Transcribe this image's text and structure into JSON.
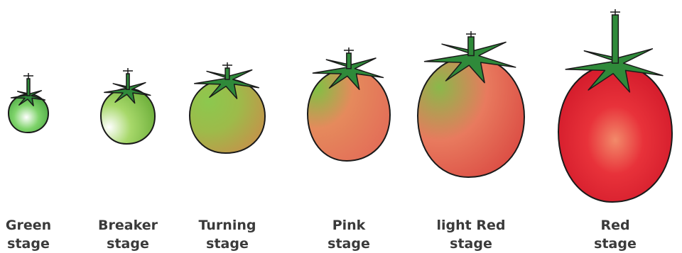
{
  "stages": [
    {
      "name": "Green",
      "suffix": "stage",
      "colors": {
        "highlight": "#ffffff",
        "mid": "#7ed36a",
        "edge": "#3f9c3a"
      }
    },
    {
      "name": "Breaker",
      "suffix": "stage",
      "colors": {
        "highlight": "#ffffff",
        "mid": "#a7d86a",
        "edge": "#6fb03c"
      }
    },
    {
      "name": "Turning",
      "suffix": "stage",
      "colors": {
        "highlight": "#8cc84e",
        "mid": "#9dbb4a",
        "edge": "#c98e4a"
      }
    },
    {
      "name": "Pink",
      "suffix": "stage",
      "colors": {
        "highlight": "#7dc243",
        "mid": "#e58a5c",
        "edge": "#e36e58"
      }
    },
    {
      "name": "light Red",
      "suffix": "stage",
      "colors": {
        "highlight": "#8ab84a",
        "mid": "#e87a5e",
        "edge": "#d9443f"
      }
    },
    {
      "name": "Red",
      "suffix": "stage",
      "colors": {
        "highlight": "#f28a6a",
        "mid": "#e8323a",
        "edge": "#d41c2c"
      }
    }
  ],
  "leaf_color": "#2f8a3a",
  "outline_color": "#1a1a1a"
}
